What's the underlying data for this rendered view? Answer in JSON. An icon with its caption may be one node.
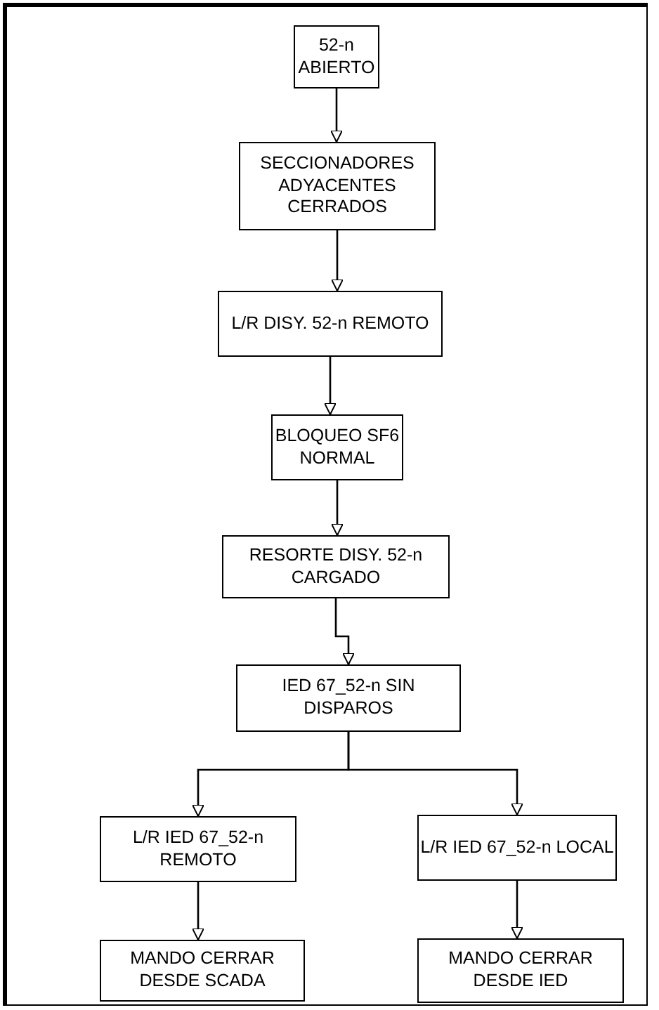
{
  "diagram": {
    "nodes": [
      {
        "text": [
          "52-n ABIERTO"
        ]
      },
      {
        "text": [
          "SECCIONADORES ADYACENTES CERRADOS"
        ]
      },
      {
        "text": [
          "L/R DISY. 52-n REMOTO"
        ]
      },
      {
        "text": [
          "BLOQUEO SF6 NORMAL"
        ]
      },
      {
        "text": [
          "RESORTE DISY. 52-n CARGADO"
        ]
      },
      {
        "text": [
          "IED 67_52-n SIN DISPAROS"
        ]
      },
      {
        "text": [
          "L/R IED 67_52-n REMOTO"
        ]
      },
      {
        "text": [
          "L/R IED 67_52-n LOCAL"
        ]
      },
      {
        "text": [
          "MANDO CERRAR DESDE SCADA"
        ]
      },
      {
        "text": [
          "MANDO CERRAR DESDE IED"
        ]
      }
    ],
    "edges": [
      {
        "from": 0,
        "to": 1,
        "arrow": "to"
      },
      {
        "from": 1,
        "to": 2,
        "arrow": "to"
      },
      {
        "from": 2,
        "to": 3,
        "arrow": "to"
      },
      {
        "from": 3,
        "to": 4,
        "arrow": "to"
      },
      {
        "from": 4,
        "to": 5,
        "arrow": "to"
      },
      {
        "from": 5,
        "to": 6,
        "arrow": "to"
      },
      {
        "from": 5,
        "to": 7,
        "arrow": "to"
      },
      {
        "from": 6,
        "to": 8,
        "arrow": "to"
      },
      {
        "from": 7,
        "to": 9,
        "arrow": "to"
      }
    ]
  }
}
